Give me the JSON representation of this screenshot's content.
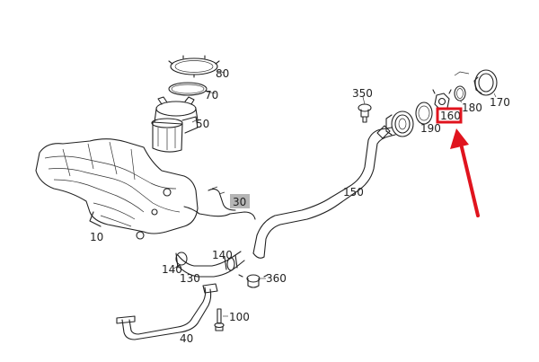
{
  "labels": {
    "p10": "10",
    "p30": "30",
    "p40": "40",
    "p50": "50",
    "p70": "70",
    "p80": "80",
    "p100": "100",
    "p130": "130",
    "p140a": "140",
    "p140b": "140",
    "p150": "150",
    "p160": "160",
    "p170": "170",
    "p180": "180",
    "p190": "190",
    "p350": "350",
    "p360": "360"
  },
  "colors": {
    "line": "#222222",
    "highlight_box": "#e0141e",
    "arrow": "#e0141e",
    "label_bg_30": "#b5b5b5"
  },
  "annotations": {
    "highlighted_part": "160",
    "arrow_icon": "red-arrow-icon"
  }
}
